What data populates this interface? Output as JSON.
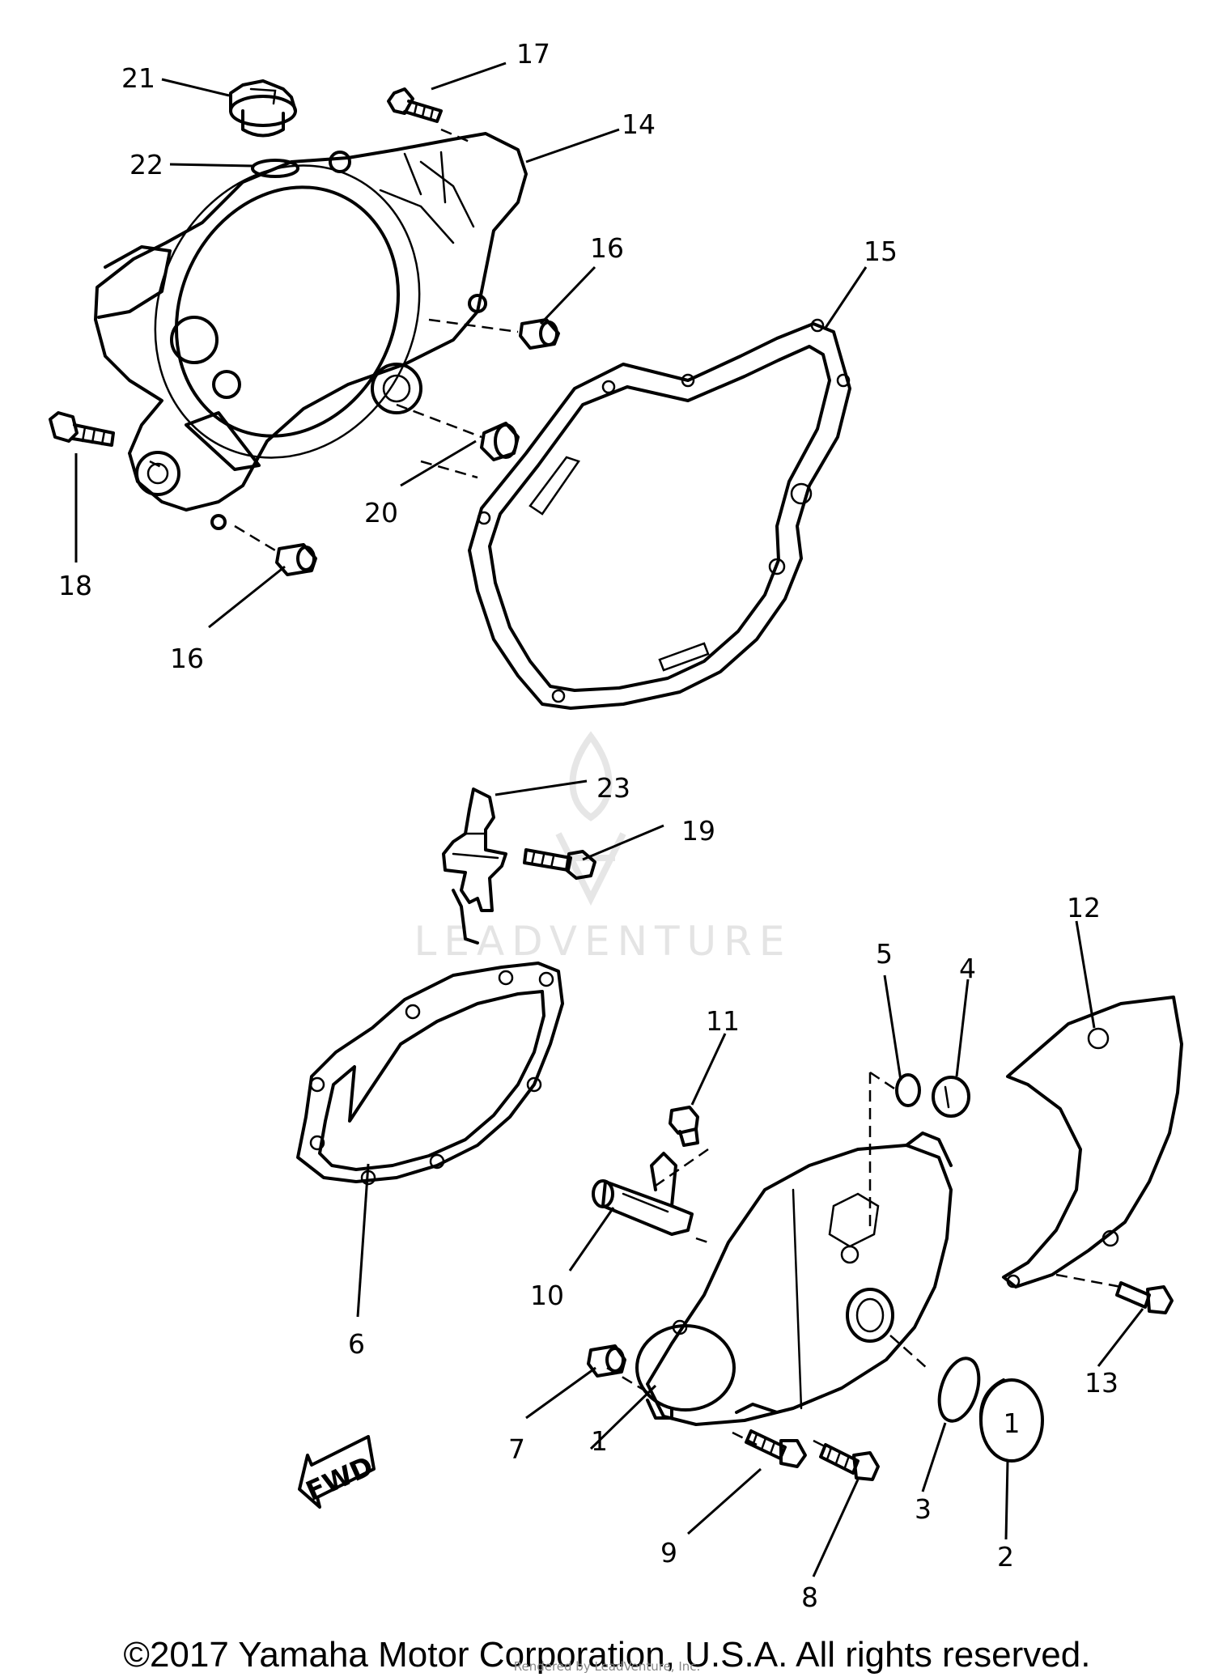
{
  "callouts": [
    "1",
    "2",
    "3",
    "4",
    "5",
    "6",
    "7",
    "8",
    "9",
    "10",
    "11",
    "12",
    "13",
    "14",
    "15",
    "16",
    "16",
    "17",
    "18",
    "19",
    "20",
    "21",
    "22",
    "23"
  ],
  "fwd_label": "FWD",
  "cap_mark": "1",
  "watermark": "LEADVENTURE",
  "copyright": "©2017 Yamaha Motor Corporation, U.S.A. All rights reserved.",
  "rendered_by": "Rendered by LeadVenture, Inc."
}
